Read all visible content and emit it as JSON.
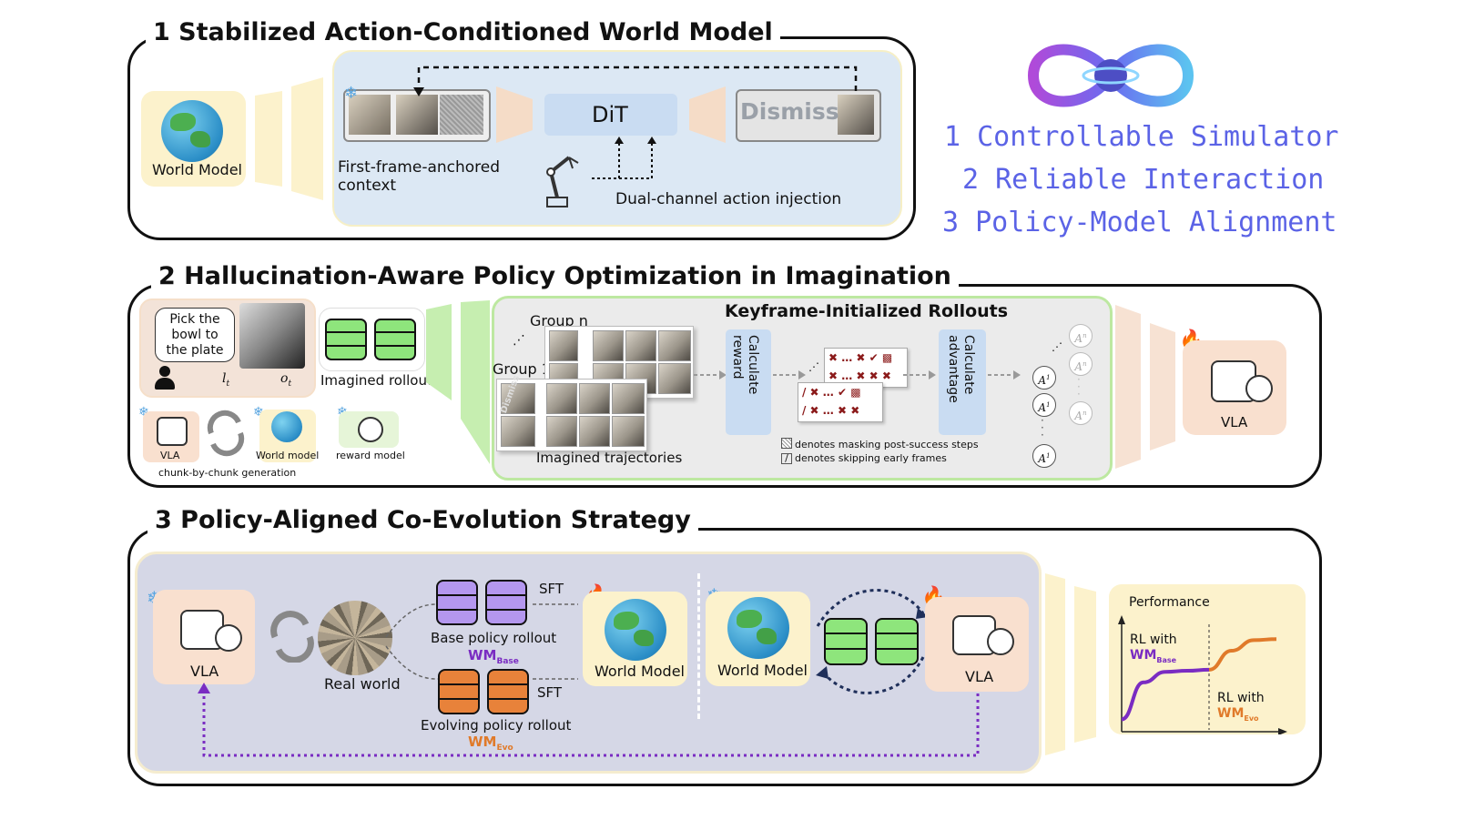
{
  "section1": {
    "title": "1 Stabilized Action-Conditioned World Model",
    "world_model_label": "World Model",
    "dit_label": "DiT",
    "dismiss_label": "Dismiss",
    "context_label": "First-frame-anchored context",
    "injection_label": "Dual-channel action injection"
  },
  "section2": {
    "title": "2 Hallucination-Aware Policy Optimization in Imagination",
    "instruction": "Pick the bowl to the plate",
    "l_t": "l",
    "l_t_sub": "t",
    "o_t": "o",
    "o_t_sub": "t",
    "imagined_rollout": "Imagined rollout",
    "vla_label": "VLA",
    "world_model_label": "World model",
    "reward_model_label": "reward model",
    "chunk_label": "chunk-by-chunk generation",
    "keyframe_title": "Keyframe-Initialized Rollouts",
    "group_n": "Group n",
    "group_1": "Group 1",
    "dismiss_label": "Dismiss",
    "imagined_trajectories": "Imagined trajectories",
    "calc_reward": "Calculate reward",
    "calc_advantage": "Calculate advantage",
    "legend_mask": "denotes masking post-success steps",
    "legend_skip": "denotes skipping early frames",
    "adv_n1": "A",
    "adv_n2": "A",
    "adv_nG": "A",
    "adv_11": "A",
    "adv_12": "A",
    "adv_1G": "A",
    "vla_right": "VLA"
  },
  "section3": {
    "title": "3 Policy-Aligned Co-Evolution Strategy",
    "vla_left": "VLA",
    "real_world": "Real world",
    "sft_top": "SFT",
    "sft_bottom": "SFT",
    "base_rollout": "Base policy rollout",
    "wm_base": "WM",
    "wm_base_sub": "Base",
    "evolving_rollout": "Evolving policy rollout",
    "wm_evo": "WM",
    "wm_evo_sub": "Evo",
    "world_model_a": "World Model",
    "world_model_b": "World Model",
    "vla_right": "VLA",
    "performance": "Performance",
    "rl_with_1": "RL with",
    "rl_with_2": "RL with"
  },
  "right_list": {
    "item1": "1 Controllable Simulator",
    "item2": "2 Reliable Interaction",
    "item3": "3 Policy-Model Alignment"
  },
  "colors": {
    "accent_purple": "#5b63e6",
    "base_purple": "#7a2cc2",
    "evo_orange": "#e07a2a",
    "dit_blue": "#c9dcf2",
    "panel_yellow": "#fdf3cf",
    "panel_green": "#bfe8a6",
    "panel_peach": "#f9e2d2"
  },
  "chart_data": {
    "type": "line",
    "title": "Performance",
    "xlabel": "",
    "ylabel": "",
    "series": [
      {
        "name": "RL with WM Base",
        "values": [
          0.1,
          0.45,
          0.55,
          0.56,
          0.57
        ]
      },
      {
        "name": "RL with WM Evo",
        "values": [
          0.57,
          0.75,
          0.85,
          0.86
        ]
      }
    ]
  }
}
